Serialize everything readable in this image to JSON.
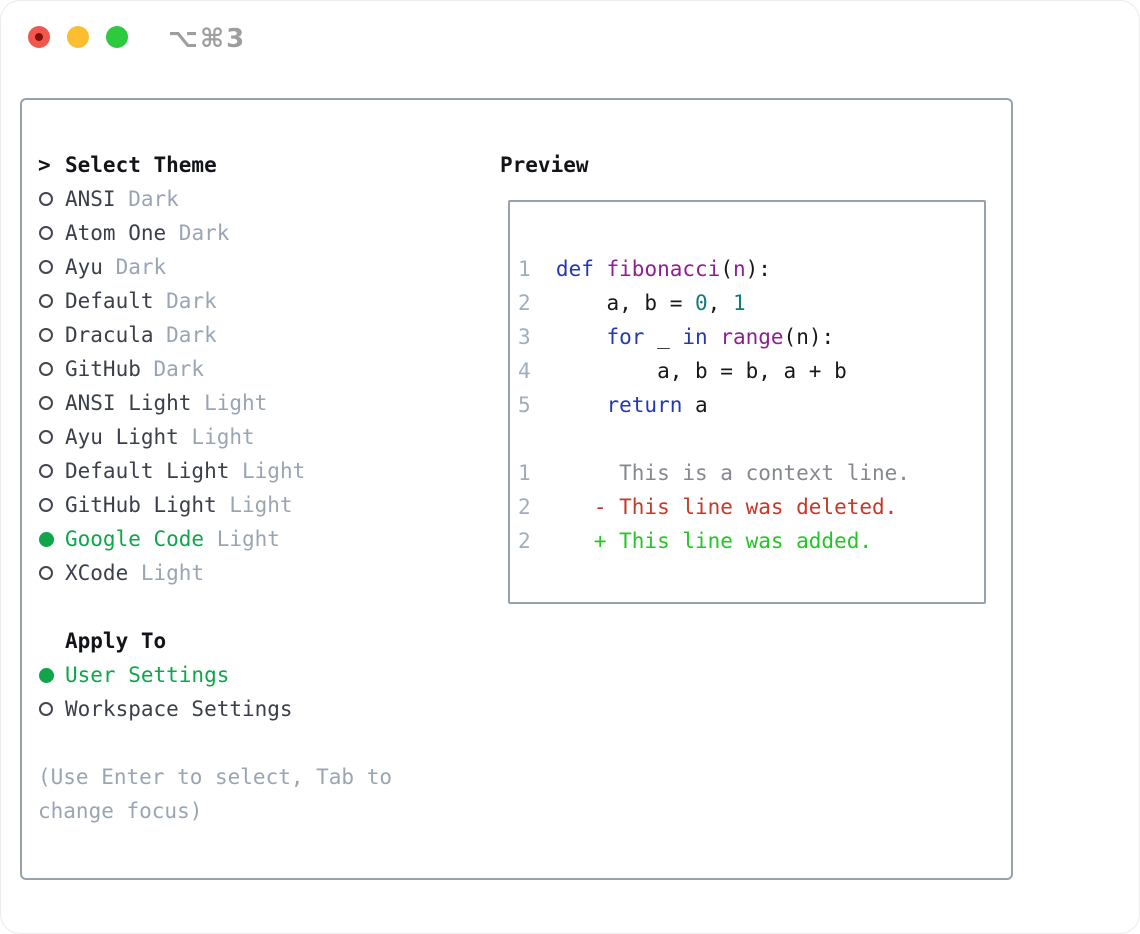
{
  "window": {
    "title": "⌥⌘3",
    "traffic_lights": [
      {
        "name": "close"
      },
      {
        "name": "minimize"
      },
      {
        "name": "zoom"
      }
    ]
  },
  "theme_selector": {
    "cursor": ">",
    "header": "Select Theme",
    "items": [
      {
        "name": "ANSI",
        "variant": "Dark",
        "selected": false
      },
      {
        "name": "Atom One",
        "variant": "Dark",
        "selected": false
      },
      {
        "name": "Ayu",
        "variant": "Dark",
        "selected": false
      },
      {
        "name": "Default",
        "variant": "Dark",
        "selected": false
      },
      {
        "name": "Dracula",
        "variant": "Dark",
        "selected": false
      },
      {
        "name": "GitHub",
        "variant": "Dark",
        "selected": false
      },
      {
        "name": "ANSI Light",
        "variant": "Light",
        "selected": false
      },
      {
        "name": "Ayu Light",
        "variant": "Light",
        "selected": false
      },
      {
        "name": "Default Light",
        "variant": "Light",
        "selected": false
      },
      {
        "name": "GitHub Light",
        "variant": "Light",
        "selected": false
      },
      {
        "name": "Google Code",
        "variant": "Light",
        "selected": true
      },
      {
        "name": "XCode",
        "variant": "Light",
        "selected": false
      }
    ]
  },
  "apply_to": {
    "header": "Apply To",
    "options": [
      {
        "label": "User Settings",
        "selected": true
      },
      {
        "label": "Workspace Settings",
        "selected": false
      }
    ]
  },
  "hint": {
    "line1": "(Use Enter to select, Tab to",
    "line2": "change focus)"
  },
  "preview": {
    "header": "Preview",
    "lines": [
      {
        "num": "1",
        "segs": [
          {
            "t": "def",
            "c": "kw"
          },
          {
            "t": " ",
            "c": "plain"
          },
          {
            "t": "fibonacci",
            "c": "fn"
          },
          {
            "t": "(",
            "c": "plain"
          },
          {
            "t": "n",
            "c": "fn"
          },
          {
            "t": "):",
            "c": "plain"
          }
        ]
      },
      {
        "num": "2",
        "segs": [
          {
            "t": "    a, b = ",
            "c": "plain"
          },
          {
            "t": "0",
            "c": "num"
          },
          {
            "t": ", ",
            "c": "plain"
          },
          {
            "t": "1",
            "c": "num"
          }
        ]
      },
      {
        "num": "3",
        "segs": [
          {
            "t": "    ",
            "c": "plain"
          },
          {
            "t": "for",
            "c": "kw"
          },
          {
            "t": " _ ",
            "c": "plain"
          },
          {
            "t": "in",
            "c": "kw"
          },
          {
            "t": " ",
            "c": "plain"
          },
          {
            "t": "range",
            "c": "fn"
          },
          {
            "t": "(n):",
            "c": "plain"
          }
        ]
      },
      {
        "num": "4",
        "segs": [
          {
            "t": "        a, b = b, a + b",
            "c": "plain"
          }
        ]
      },
      {
        "num": "5",
        "segs": [
          {
            "t": "    ",
            "c": "plain"
          },
          {
            "t": "return",
            "c": "kw"
          },
          {
            "t": " a",
            "c": "plain"
          }
        ]
      },
      {
        "num": "",
        "segs": []
      },
      {
        "num": "1",
        "segs": [
          {
            "t": "     This is a context line.",
            "c": "ctx"
          }
        ]
      },
      {
        "num": "2",
        "segs": [
          {
            "t": "   - This line was deleted.",
            "c": "del"
          }
        ]
      },
      {
        "num": "2",
        "segs": [
          {
            "t": "   + This line was added.",
            "c": "add"
          }
        ]
      }
    ]
  },
  "palette": {
    "accent_green": "#10a54b",
    "list_text": "#3a3f49",
    "muted": "#9aa5b4",
    "header_text": "#121419",
    "border": "#98a2ad",
    "bullet_ring": "#43474f",
    "line_number": "#9fadbd",
    "syn_keyword": "#2438b1",
    "syn_function": "#8e1f90",
    "syn_number": "#117a7f",
    "syn_plain": "#17181c",
    "diff_context": "#85888e",
    "diff_deleted": "#c53927",
    "diff_added": "#23c723",
    "tl_red": "#f2564d",
    "tl_red_dot": "#7f120d",
    "tl_yellow": "#fcbe30",
    "tl_green": "#2dc93f",
    "title_gray": "#9e9e9e"
  }
}
